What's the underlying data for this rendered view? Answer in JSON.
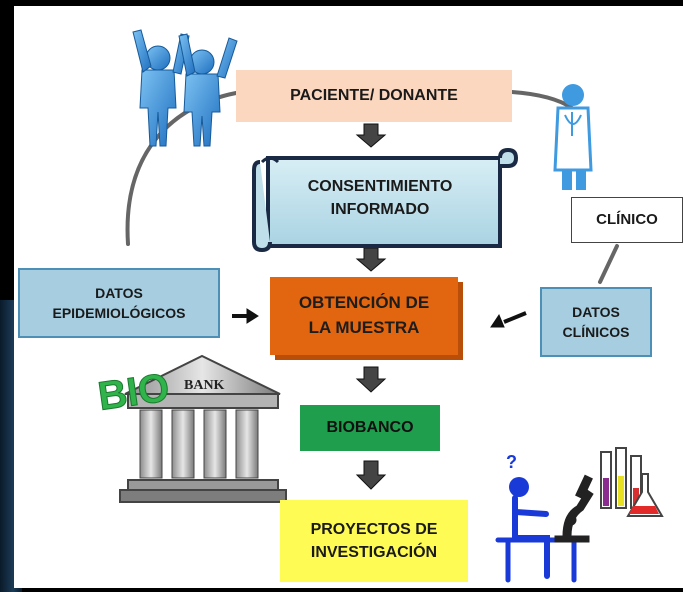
{
  "nodes": {
    "paciente": "PACIENTE/ DONANTE",
    "consentimiento": "CONSENTIMIENTO\nINFORMADO",
    "obtencion": "OBTENCIÓN DE\nLA MUESTRA",
    "biobanco": "BIOBANCO",
    "proyectos": "PROYECTOS DE\nINVESTIGACIÓN",
    "datos_epidemiologicos": "DATOS\nEPIDEMIOLÓGICOS",
    "datos_clinicos": "DATOS\nCLÍNICOS",
    "clinico": "CLÍNICO"
  },
  "logo": {
    "bio": "BIO",
    "bank": "BANK"
  },
  "researcher_mark": "?",
  "colors": {
    "paciente": "#fbd7bf",
    "consentimiento": "#bfe0ea",
    "obtencion": "#e2650f",
    "biobanco": "#1f9e4d",
    "proyectos": "#fffb55",
    "datos": "#a6cde0",
    "people": "#3f9ae0",
    "researcher": "#1a3ad8"
  },
  "icons": [
    "people-cheering-icon",
    "doctor-icon",
    "bank-building-icon",
    "researcher-microscope-icon",
    "test-tubes-icon",
    "flask-icon"
  ]
}
